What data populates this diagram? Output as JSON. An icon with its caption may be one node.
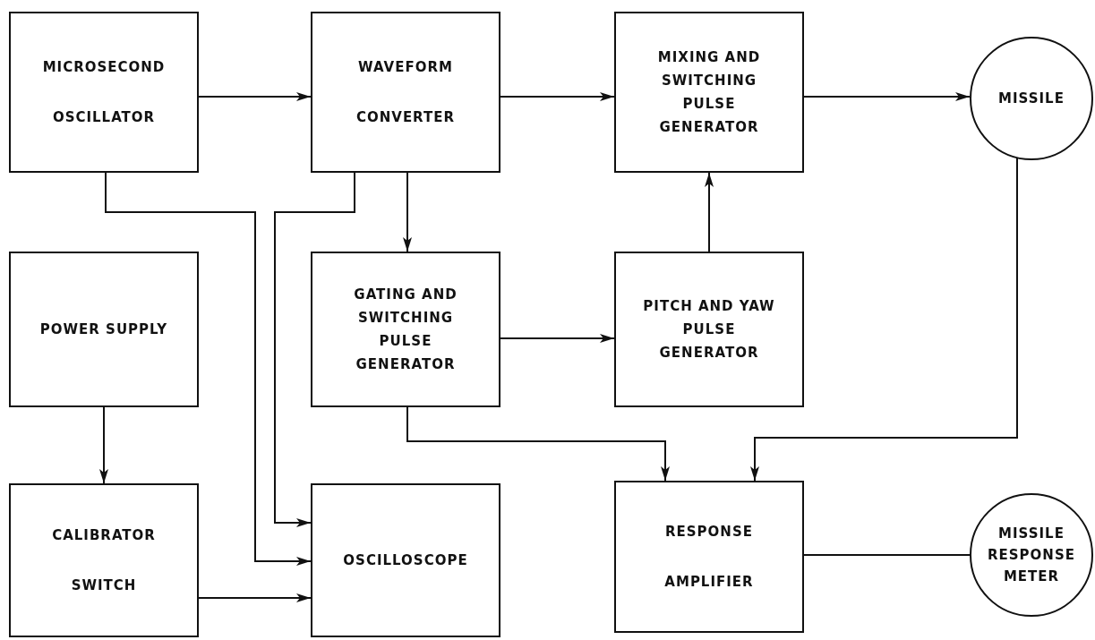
{
  "diagram": {
    "nodes": [
      {
        "text": [
          "MICROSECOND OSCILLATOR"
        ]
      },
      {
        "text": [
          "WAVEFORM CONVERTER"
        ]
      },
      {
        "text": [
          "MIXING AND SWITCHING PULSE GENERATOR"
        ]
      },
      {
        "text": [
          "MISSILE"
        ]
      },
      {
        "text": [
          "POWER SUPPLY"
        ]
      },
      {
        "text": [
          "GATING AND SWITCHING PULSE GENERATOR"
        ]
      },
      {
        "text": [
          "PITCH AND YAW PULSE GENERATOR"
        ]
      },
      {
        "text": [
          "CALIBRATOR SWITCH"
        ]
      },
      {
        "text": [
          "OSCILLOSCOPE"
        ]
      },
      {
        "text": [
          "RESPONSE AMPLIFIER"
        ]
      },
      {
        "text": [
          "MISSILE RESPONSE METER"
        ]
      }
    ],
    "edges": [
      {
        "from": 0,
        "to": 1,
        "arrow": "to"
      },
      {
        "from": 1,
        "to": 2,
        "arrow": "to"
      },
      {
        "from": 2,
        "to": 3,
        "arrow": "to"
      },
      {
        "from": 1,
        "to": 5,
        "arrow": "to"
      },
      {
        "from": 5,
        "to": 6,
        "arrow": "to"
      },
      {
        "from": 6,
        "to": 2,
        "arrow": "to"
      },
      {
        "from": 0,
        "to": 8,
        "arrow": "to"
      },
      {
        "from": 1,
        "to": 8,
        "arrow": "to"
      },
      {
        "from": 4,
        "to": 7,
        "arrow": "to"
      },
      {
        "from": 7,
        "to": 8,
        "arrow": "to"
      },
      {
        "from": 5,
        "to": 9,
        "arrow": "to"
      },
      {
        "from": 3,
        "to": 9,
        "arrow": "to"
      },
      {
        "from": 9,
        "to": 10,
        "arrow": "none"
      }
    ]
  }
}
